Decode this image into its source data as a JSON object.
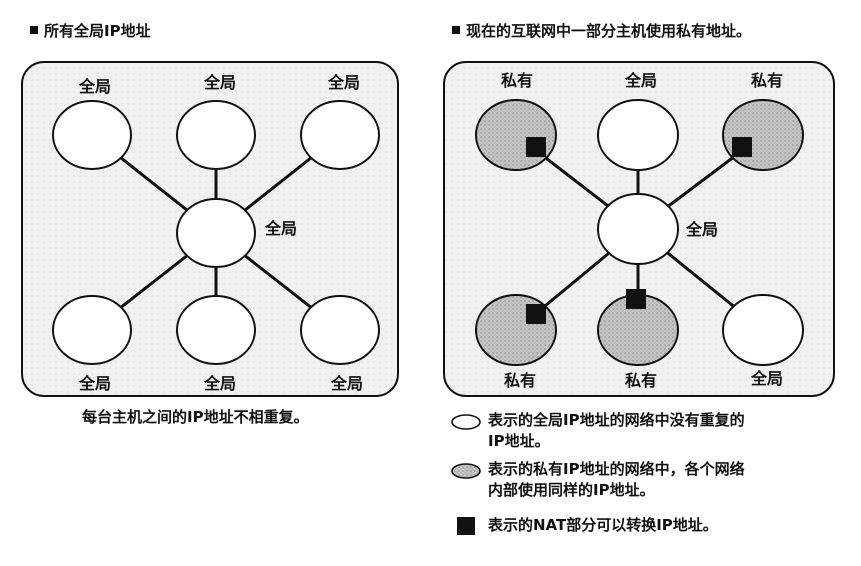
{
  "left_panel": {
    "heading": "所有全局IP地址",
    "caption": "每台主机之间的IP地址不相重复。",
    "nodes": {
      "top_left": "全局",
      "top_mid": "全局",
      "top_right": "全局",
      "center": "全局",
      "bottom_left": "全局",
      "bottom_mid": "全局",
      "bottom_right": "全局"
    }
  },
  "right_panel": {
    "heading": "现在的互联网中一部分主机使用私有地址。",
    "nodes": {
      "top_left": "私有",
      "top_mid": "全局",
      "top_right": "私有",
      "center": "全局",
      "bottom_left": "私有",
      "bottom_mid": "私有",
      "bottom_right": "全局"
    }
  },
  "legend": {
    "global_line1": "表示的全局IP地址的网络中没有重复的",
    "global_line2": "IP地址。",
    "private_line1": "表示的私有IP地址的网络中，各个网络",
    "private_line2": "内部使用同样的IP地址。",
    "nat": "表示的NAT部分可以转换IP地址。"
  },
  "colors": {
    "private_fill": "#bdbdbd",
    "box_fill": "#efefef",
    "ink": "#111111"
  }
}
